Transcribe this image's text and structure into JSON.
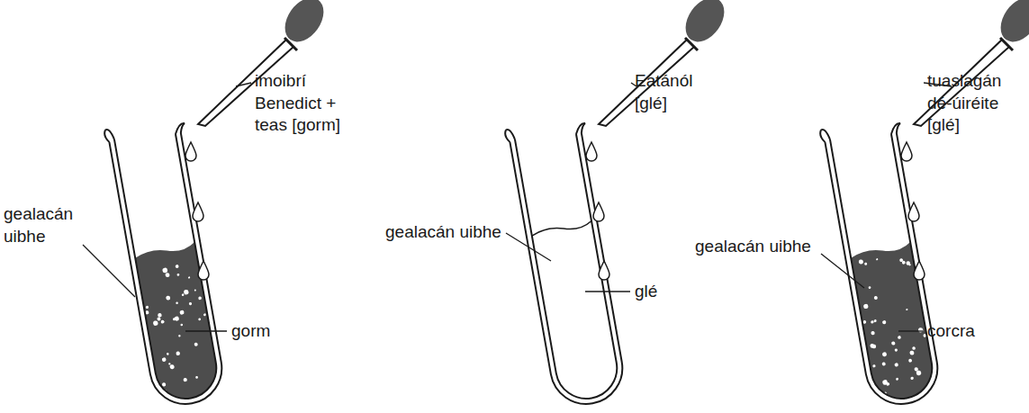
{
  "diagram": {
    "labels": [
      "imoibrí Benedict + teas [gorm]",
      "gealacán uibhe",
      "gorm",
      "Eatánól [glé]",
      "gealacán uibhe",
      "glé",
      "tuaslagán dé-úiréite [glé]",
      "gealacán uibhe",
      "corcra"
    ]
  }
}
